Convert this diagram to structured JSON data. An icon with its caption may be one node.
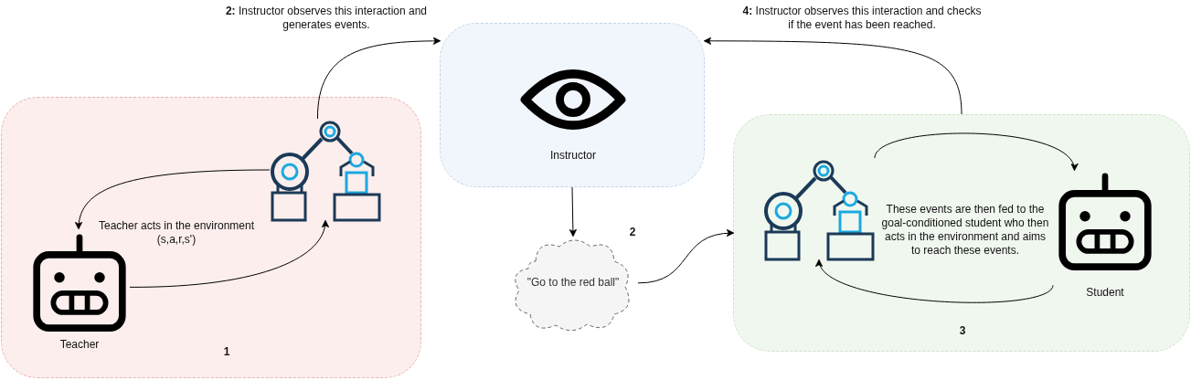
{
  "diagram": {
    "nodes": [
      {
        "text": [
          "1"
        ]
      },
      {
        "text": [],
        "shape": "picture",
        "in": 0
      },
      {
        "text": [
          "Teacher"
        ],
        "in": 0
      },
      {
        "text": [
          "Instructor"
        ]
      },
      {
        "text": [
          "\"Go to the red ball\""
        ],
        "beside": [
          "2"
        ]
      },
      {
        "text": [
          "3"
        ]
      },
      {
        "text": [],
        "shape": "picture",
        "in": 5
      },
      {
        "text": [
          "Student"
        ],
        "in": 5
      }
    ],
    "edges": [
      {
        "from": 1,
        "to": 2,
        "arrow": "to"
      },
      {
        "from": 2,
        "to": 1,
        "arrow": "to"
      },
      {
        "from": 1,
        "to": 3,
        "arrow": "to",
        "label": "**2:** Instructor observes this interaction and generates events."
      },
      {
        "from": 3,
        "to": 4,
        "arrow": "to"
      },
      {
        "from": 4,
        "to": 5,
        "arrow": "to"
      },
      {
        "from": 6,
        "to": 7,
        "arrow": "to"
      },
      {
        "from": 7,
        "to": 6,
        "arrow": "to"
      },
      {
        "from": 5,
        "to": 3,
        "arrow": "to",
        "label": "**4:** Instructor observes this interaction and checks if the event has been reached."
      }
    ],
    "labels": [
      "Teacher acts in the environment (s,a,r,s')",
      "These events are then fed to the goal-conditioned student who then acts in the environment and aims to reach these events."
    ]
  }
}
